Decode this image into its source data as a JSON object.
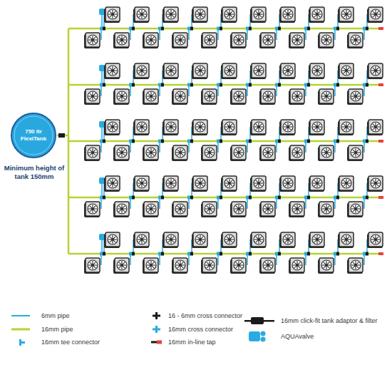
{
  "diagram": {
    "nodes": [
      {
        "text": [
          "750 ltr FlexiTank"
        ]
      }
    ],
    "labels": [
      "Minimum height of tank 150mm"
    ],
    "legend": [
      {
        "text": "6mm pipe"
      },
      {
        "text": "16mm pipe"
      },
      {
        "text": "16mm tee connector"
      },
      {
        "text": "16 - 6mm cross connector"
      },
      {
        "text": "16mm cross connector"
      },
      {
        "text": "16mm in-line tap"
      },
      {
        "text": "16mm click-fit tank adaptor & filter"
      },
      {
        "text": "AQUAvalve"
      }
    ]
  }
}
